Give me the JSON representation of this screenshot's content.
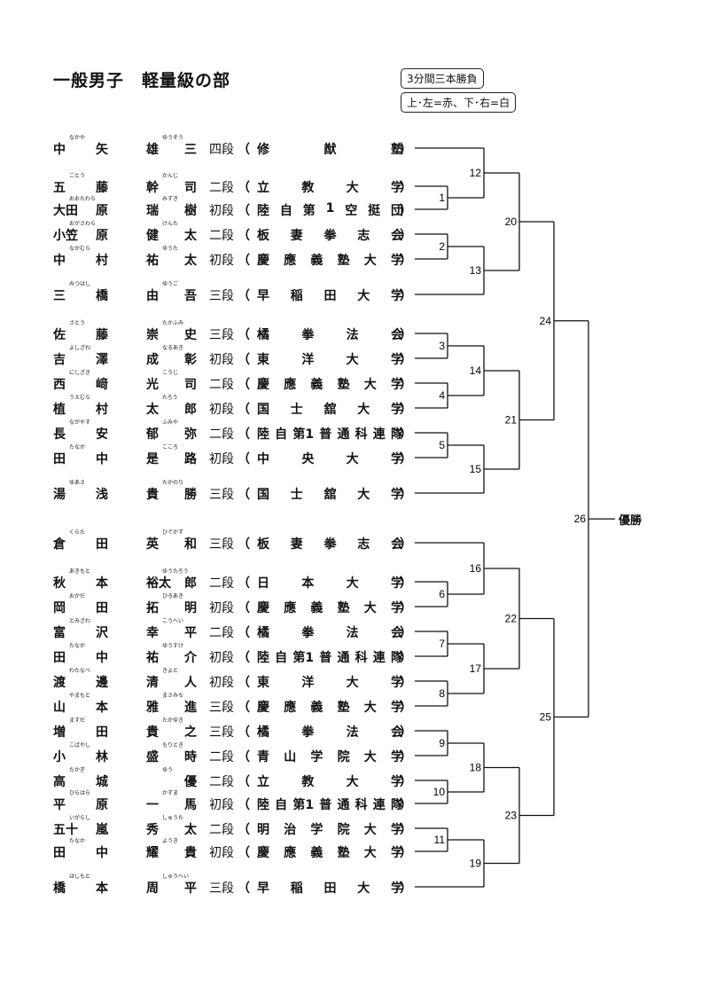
{
  "header": {
    "title": "一般男子　軽量級の部",
    "rule_box": "3分間三本勝負",
    "color_box": "上･左=赤、下･右=白"
  },
  "entries": [
    {
      "surname": [
        "中",
        "矢"
      ],
      "surname_ruby": "なかや",
      "given": [
        "雄",
        "三"
      ],
      "given_ruby": "ゆうぞう",
      "rank": "四段",
      "org": [
        "修",
        "猷",
        "塾"
      ]
    },
    {
      "surname": [
        "五",
        "藤"
      ],
      "surname_ruby": "ごとう",
      "given": [
        "幹",
        "司"
      ],
      "given_ruby": "かんじ",
      "rank": "二段",
      "org": [
        "立",
        "教",
        "大",
        "学"
      ]
    },
    {
      "surname": [
        "大田",
        "原"
      ],
      "surname_ruby": "おおたわら",
      "given": [
        "瑞",
        "樹"
      ],
      "given_ruby": "みずき",
      "rank": "初段",
      "org": [
        "陸",
        "自",
        "第",
        "1",
        "空",
        "挺",
        "団"
      ]
    },
    {
      "surname": [
        "小笠",
        "原"
      ],
      "surname_ruby": "おがさわら",
      "given": [
        "健",
        "太"
      ],
      "given_ruby": "けんた",
      "rank": "二段",
      "org": [
        "板",
        "妻",
        "拳",
        "志",
        "会"
      ]
    },
    {
      "surname": [
        "中",
        "村"
      ],
      "surname_ruby": "なかむら",
      "given": [
        "祐",
        "太"
      ],
      "given_ruby": "ゆうた",
      "rank": "初段",
      "org": [
        "慶",
        "應",
        "義",
        "塾",
        "大",
        "学"
      ]
    },
    {
      "surname": [
        "三",
        "橋"
      ],
      "surname_ruby": "みつはし",
      "given": [
        "由",
        "吾"
      ],
      "given_ruby": "ゆうご",
      "rank": "三段",
      "org": [
        "早",
        "稲",
        "田",
        "大",
        "学"
      ]
    },
    {
      "surname": [
        "佐",
        "藤"
      ],
      "surname_ruby": "さとう",
      "given": [
        "崇",
        "史"
      ],
      "given_ruby": "たかふみ",
      "rank": "三段",
      "org": [
        "橘",
        "拳",
        "法",
        "会"
      ]
    },
    {
      "surname": [
        "吉",
        "澤"
      ],
      "surname_ruby": "よしざわ",
      "given": [
        "成",
        "彰"
      ],
      "given_ruby": "なるあき",
      "rank": "初段",
      "org": [
        "東",
        "洋",
        "大",
        "学"
      ]
    },
    {
      "surname": [
        "西",
        "﨑"
      ],
      "surname_ruby": "にしざき",
      "given": [
        "光",
        "司"
      ],
      "given_ruby": "こうじ",
      "rank": "二段",
      "org": [
        "慶",
        "應",
        "義",
        "塾",
        "大",
        "学"
      ]
    },
    {
      "surname": [
        "植",
        "村"
      ],
      "surname_ruby": "うえむら",
      "given": [
        "太",
        "郎"
      ],
      "given_ruby": "たろう",
      "rank": "初段",
      "org": [
        "国",
        "士",
        "舘",
        "大",
        "学"
      ]
    },
    {
      "surname": [
        "長",
        "安"
      ],
      "surname_ruby": "ながやす",
      "given": [
        "郁",
        "弥"
      ],
      "given_ruby": "ふみや",
      "rank": "二段",
      "org": [
        "陸",
        "自",
        "第1",
        "普",
        "通",
        "科",
        "連",
        "隊"
      ]
    },
    {
      "surname": [
        "田",
        "中"
      ],
      "surname_ruby": "たなか",
      "given": [
        "是",
        "路"
      ],
      "given_ruby": "こころ",
      "rank": "初段",
      "org": [
        "中",
        "央",
        "大",
        "学"
      ]
    },
    {
      "surname": [
        "湯",
        "浅"
      ],
      "surname_ruby": "ゆあさ",
      "given": [
        "貴",
        "勝"
      ],
      "given_ruby": "たかのり",
      "rank": "三段",
      "org": [
        "国",
        "士",
        "舘",
        "大",
        "学"
      ]
    },
    {
      "surname": [
        "倉",
        "田"
      ],
      "surname_ruby": "くらた",
      "given": [
        "英",
        "和"
      ],
      "given_ruby": "ひでかず",
      "rank": "三段",
      "org": [
        "板",
        "妻",
        "拳",
        "志",
        "会"
      ]
    },
    {
      "surname": [
        "秋",
        "本"
      ],
      "surname_ruby": "あきもと",
      "given": [
        "裕太",
        "郎"
      ],
      "given_ruby": "ゆうたろう",
      "rank": "二段",
      "org": [
        "日",
        "本",
        "大",
        "学"
      ]
    },
    {
      "surname": [
        "岡",
        "田"
      ],
      "surname_ruby": "おかだ",
      "given": [
        "拓",
        "明"
      ],
      "given_ruby": "ひろあき",
      "rank": "初段",
      "org": [
        "慶",
        "應",
        "義",
        "塾",
        "大",
        "学"
      ]
    },
    {
      "surname": [
        "富",
        "沢"
      ],
      "surname_ruby": "とみざわ",
      "given": [
        "幸",
        "平"
      ],
      "given_ruby": "こうへい",
      "rank": "二段",
      "org": [
        "橘",
        "拳",
        "法",
        "会"
      ]
    },
    {
      "surname": [
        "田",
        "中"
      ],
      "surname_ruby": "たなか",
      "given": [
        "祐",
        "介"
      ],
      "given_ruby": "ゆうすけ",
      "rank": "初段",
      "org": [
        "陸",
        "自",
        "第1",
        "普",
        "通",
        "科",
        "連",
        "隊"
      ]
    },
    {
      "surname": [
        "渡",
        "邊"
      ],
      "surname_ruby": "わたなべ",
      "given": [
        "清",
        "人"
      ],
      "given_ruby": "きよと",
      "rank": "初段",
      "org": [
        "東",
        "洋",
        "大",
        "学"
      ]
    },
    {
      "surname": [
        "山",
        "本"
      ],
      "surname_ruby": "やまもと",
      "given": [
        "雅",
        "進"
      ],
      "given_ruby": "まさみち",
      "rank": "三段",
      "org": [
        "慶",
        "應",
        "義",
        "塾",
        "大",
        "学"
      ]
    },
    {
      "surname": [
        "増",
        "田"
      ],
      "surname_ruby": "ますだ",
      "given": [
        "貴",
        "之"
      ],
      "given_ruby": "たかゆき",
      "rank": "三段",
      "org": [
        "橘",
        "拳",
        "法",
        "会"
      ]
    },
    {
      "surname": [
        "小",
        "林"
      ],
      "surname_ruby": "こばやし",
      "given": [
        "盛",
        "時"
      ],
      "given_ruby": "もりとき",
      "rank": "二段",
      "org": [
        "青",
        "山",
        "学",
        "院",
        "大",
        "学"
      ]
    },
    {
      "surname": [
        "高",
        "城"
      ],
      "surname_ruby": "たかぎ",
      "given": [
        "",
        "優"
      ],
      "given_ruby": "ゆう",
      "rank": "二段",
      "org": [
        "立",
        "教",
        "大",
        "学"
      ]
    },
    {
      "surname": [
        "平",
        "原"
      ],
      "surname_ruby": "ひらはら",
      "given": [
        "一",
        "馬"
      ],
      "given_ruby": "かずま",
      "rank": "初段",
      "org": [
        "陸",
        "自",
        "第1",
        "普",
        "通",
        "科",
        "連",
        "隊"
      ]
    },
    {
      "surname": [
        "五十",
        "嵐"
      ],
      "surname_ruby": "いがらし",
      "given": [
        "秀",
        "太"
      ],
      "given_ruby": "しゅうた",
      "rank": "二段",
      "org": [
        "明",
        "治",
        "学",
        "院",
        "大",
        "学"
      ]
    },
    {
      "surname": [
        "田",
        "中"
      ],
      "surname_ruby": "たなか",
      "given": [
        "耀",
        "貴"
      ],
      "given_ruby": "ようき",
      "rank": "初段",
      "org": [
        "慶",
        "應",
        "義",
        "塾",
        "大",
        "学"
      ]
    },
    {
      "surname": [
        "橋",
        "本"
      ],
      "surname_ruby": "はしもと",
      "given": [
        "周",
        "平"
      ],
      "given_ruby": "しゅうへい",
      "rank": "三段",
      "org": [
        "早",
        "稲",
        "田",
        "大",
        "学"
      ]
    }
  ],
  "bracket": {
    "matches": [
      {
        "no": "1",
        "a": "e1",
        "b": "e2",
        "round": 1
      },
      {
        "no": "2",
        "a": "e3",
        "b": "e4",
        "round": 1
      },
      {
        "no": "3",
        "a": "e6",
        "b": "e7",
        "round": 1
      },
      {
        "no": "4",
        "a": "e8",
        "b": "e9",
        "round": 1
      },
      {
        "no": "5",
        "a": "e10",
        "b": "e11",
        "round": 1
      },
      {
        "no": "6",
        "a": "e14",
        "b": "e15",
        "round": 1
      },
      {
        "no": "7",
        "a": "e16",
        "b": "e17",
        "round": 1
      },
      {
        "no": "8",
        "a": "e18",
        "b": "e19",
        "round": 1
      },
      {
        "no": "9",
        "a": "e20",
        "b": "e21",
        "round": 1
      },
      {
        "no": "10",
        "a": "e22",
        "b": "e23",
        "round": 1
      },
      {
        "no": "11",
        "a": "e24",
        "b": "e25",
        "round": 1
      },
      {
        "no": "12",
        "a": "e0",
        "b": "m1",
        "round": 2
      },
      {
        "no": "13",
        "a": "m2",
        "b": "e5",
        "round": 2
      },
      {
        "no": "14",
        "a": "m3",
        "b": "m4",
        "round": 2
      },
      {
        "no": "15",
        "a": "m5",
        "b": "e12",
        "round": 2
      },
      {
        "no": "16",
        "a": "e13",
        "b": "m6",
        "round": 2
      },
      {
        "no": "17",
        "a": "m7",
        "b": "m8",
        "round": 2
      },
      {
        "no": "18",
        "a": "m9",
        "b": "m10",
        "round": 2
      },
      {
        "no": "19",
        "a": "m11",
        "b": "e26",
        "round": 2
      },
      {
        "no": "20",
        "a": "m12",
        "b": "m13",
        "round": 3
      },
      {
        "no": "21",
        "a": "m14",
        "b": "m15",
        "round": 3
      },
      {
        "no": "22",
        "a": "m16",
        "b": "m17",
        "round": 3
      },
      {
        "no": "23",
        "a": "m18",
        "b": "m19",
        "round": 3
      },
      {
        "no": "24",
        "a": "m20",
        "b": "m21",
        "round": 4
      },
      {
        "no": "25",
        "a": "m22",
        "b": "m23",
        "round": 4
      },
      {
        "no": "26",
        "a": "m24",
        "b": "m25",
        "round": 5
      }
    ],
    "winner_label": "優勝"
  }
}
